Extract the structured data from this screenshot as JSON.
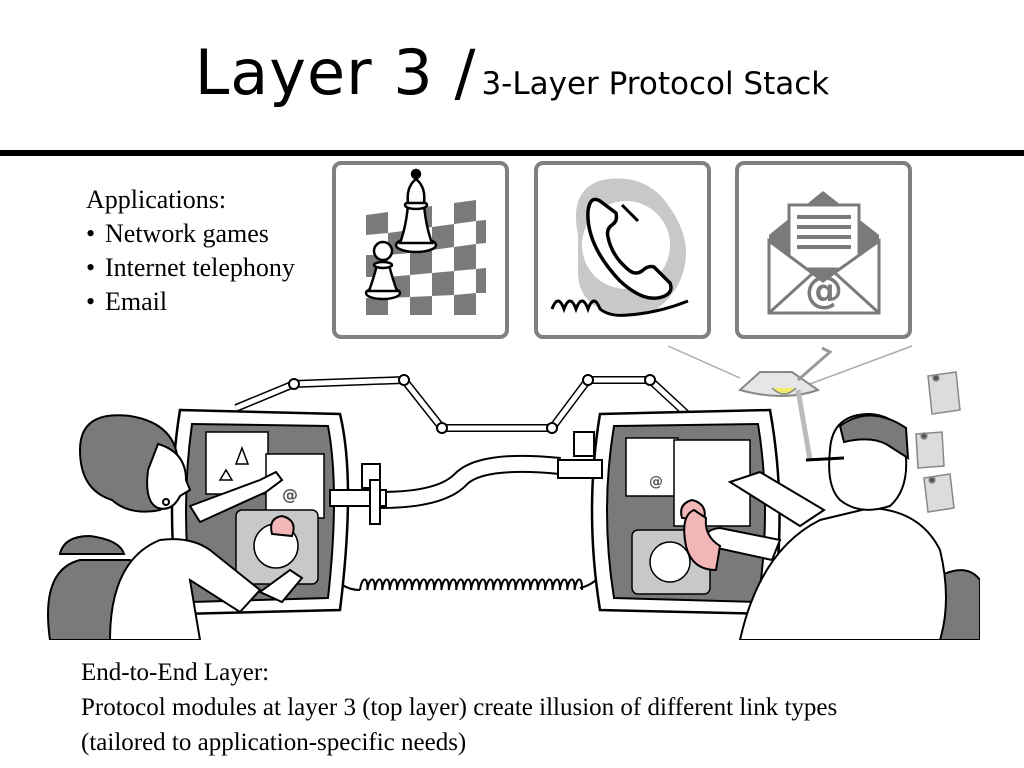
{
  "slide": {
    "title_main": "Layer 3 /",
    "title_sub": "3-Layer Protocol Stack"
  },
  "applications": {
    "heading": "Applications:",
    "bullet": "•",
    "items": [
      "Network games",
      "Internet telephony",
      "Email"
    ]
  },
  "icons": {
    "game": "chess-icon",
    "telephony": "telephone-icon",
    "email": "envelope-at-icon",
    "email_symbol": "@"
  },
  "caption": {
    "heading": "End-to-End Layer:",
    "line1": "Protocol modules at layer 3 (top layer) create illusion of different link types",
    "line2": "(tailored to application-specific needs)"
  },
  "colors": {
    "rule": "#000000",
    "icon_border": "#808080",
    "grey_dark": "#7a7a7a",
    "grey_light": "#c8c8c8",
    "handset_pink": "#f2b6b6",
    "lamp_bulb": "#f5ec6b"
  }
}
